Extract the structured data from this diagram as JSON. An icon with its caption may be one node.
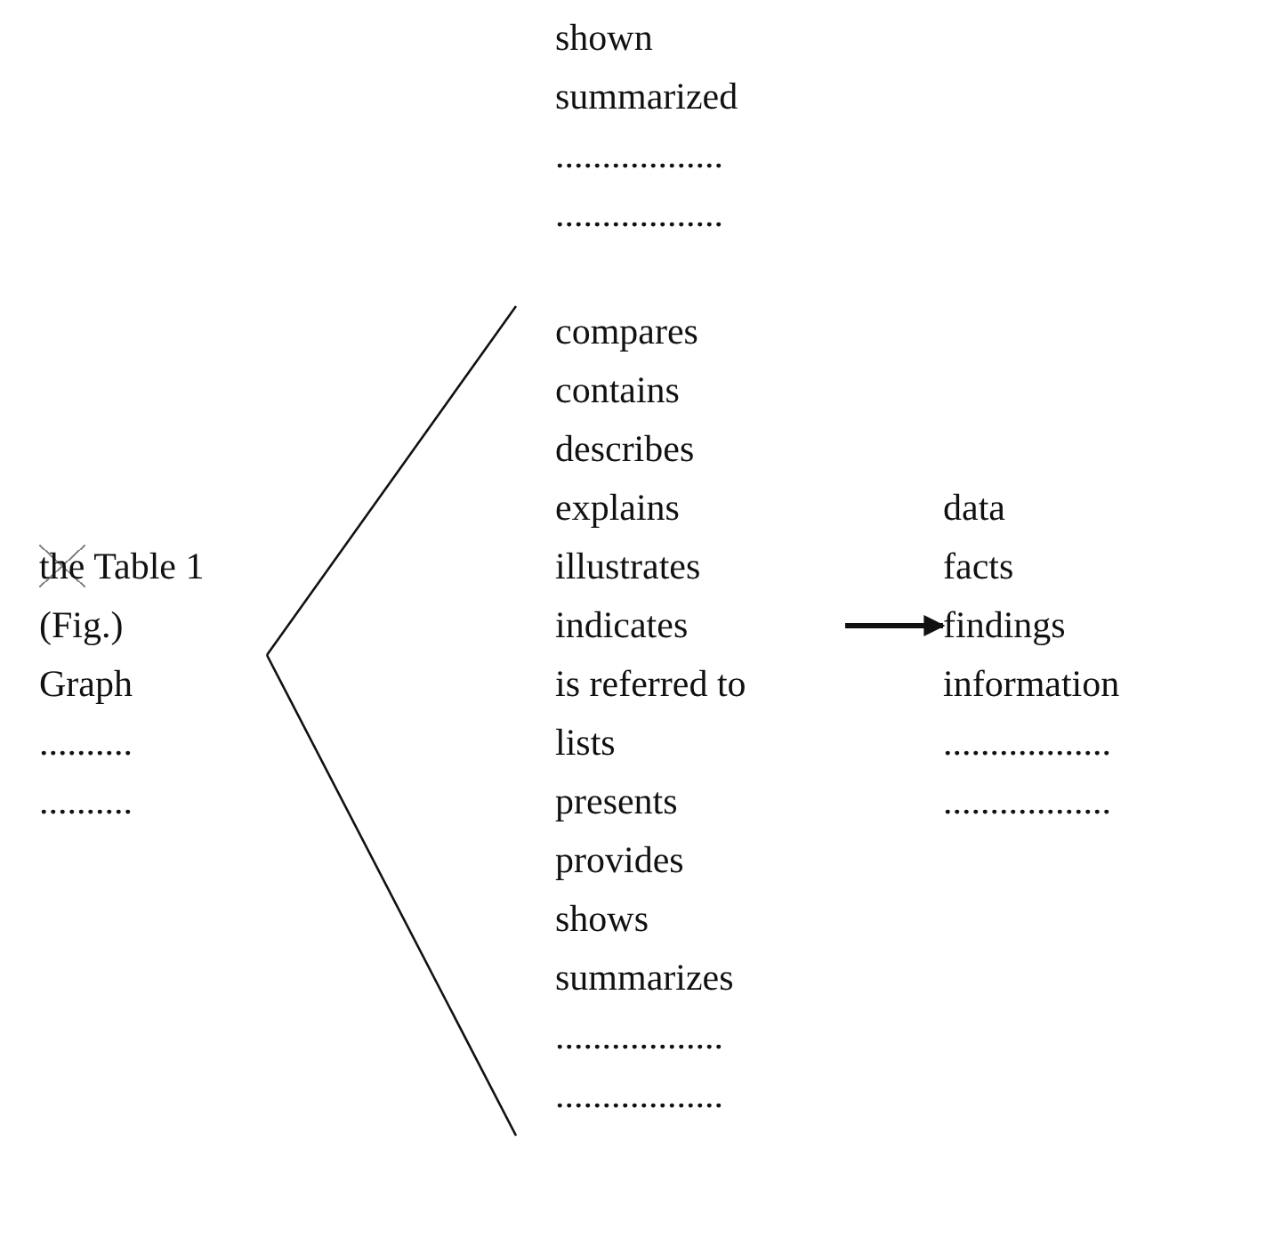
{
  "diagram": {
    "nodes": [
      {
        "text": [
          "the",
          "Table 1",
          "(Fig.)",
          "Graph",
          "..........",
          ".........."
        ]
      },
      {
        "text": [
          "compares",
          "contains",
          "describes",
          "explains",
          "illustrates",
          "indicates",
          "is referred to",
          "lists",
          "presents",
          "provides",
          "shows",
          "summarizes",
          "..................",
          ".................."
        ]
      },
      {
        "text": [
          "data",
          "facts",
          "findings",
          "information",
          "..................",
          ".................."
        ]
      }
    ],
    "edges": [
      {
        "from": 0,
        "to": 1,
        "arrow": "none"
      },
      {
        "from": 0,
        "to": 1,
        "arrow": "none"
      },
      {
        "from": 1,
        "to": 2,
        "arrow": "to",
        "style": "thick"
      }
    ],
    "labels": [
      "shown",
      "summarized",
      "..................",
      ".................."
    ]
  }
}
